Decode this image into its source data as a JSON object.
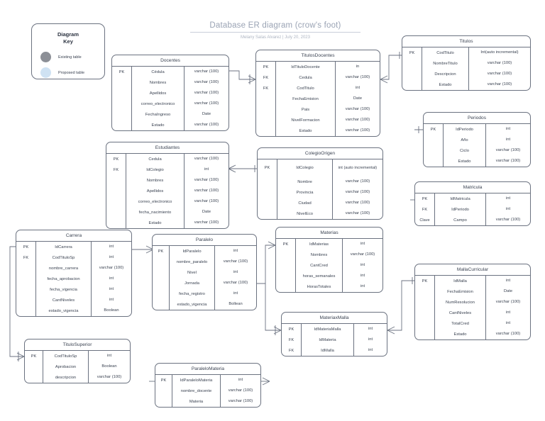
{
  "header": {
    "title": "Database ER diagram (crow's foot)",
    "subtitle": "Melany Salas Alvarez  |  July 20, 2023"
  },
  "legend": {
    "title_line1": "Diagram",
    "title_line2": "Key",
    "existing_label": "Existing table",
    "proposed_label": "Proposed table",
    "existing_color": "#8c8f96",
    "proposed_color": "#cfe2f3"
  },
  "entities": [
    {
      "name": "Docentes",
      "rows": [
        {
          "key": "PK",
          "attr": "Cédula",
          "type": "varchar (100)"
        },
        {
          "key": "",
          "attr": "Nombres",
          "type": "varchar (100)"
        },
        {
          "key": "",
          "attr": "Apellidos",
          "type": "varchar (100)"
        },
        {
          "key": "",
          "attr": "correo_electronico",
          "type": "varchar (100)"
        },
        {
          "key": "",
          "attr": "FechaIngreso",
          "type": "Date"
        },
        {
          "key": "",
          "attr": "Estado",
          "type": "varchar (100)"
        }
      ]
    },
    {
      "name": "TitulosDocentes",
      "rows": [
        {
          "key": "PK",
          "attr": "IdTituloDocente",
          "type": "in"
        },
        {
          "key": "FK",
          "attr": "Cedula",
          "type": "varchar (100)"
        },
        {
          "key": "FK",
          "attr": "CodTitulo",
          "type": "int"
        },
        {
          "key": "",
          "attr": "FechaEmision",
          "type": "Date"
        },
        {
          "key": "",
          "attr": "Pais",
          "type": "varchar (100)"
        },
        {
          "key": "",
          "attr": "NivelFormacion",
          "type": "varchar (100)"
        },
        {
          "key": "",
          "attr": "Estado",
          "type": "varchar (100)"
        }
      ]
    },
    {
      "name": "Titulos",
      "rows": [
        {
          "key": "PK",
          "attr": "CodTitulo",
          "type": "Int(auto incremental)"
        },
        {
          "key": "",
          "attr": "NombreTitulo",
          "type": "varchar (100)"
        },
        {
          "key": "",
          "attr": "Descripcion",
          "type": "varchar (100)"
        },
        {
          "key": "",
          "attr": "Estado",
          "type": "varchar (100)"
        }
      ]
    },
    {
      "name": "Periodos",
      "rows": [
        {
          "key": "PK",
          "attr": "IdPeriodo",
          "type": "int"
        },
        {
          "key": "",
          "attr": "Año",
          "type": "int"
        },
        {
          "key": "",
          "attr": "Ciclo",
          "type": "varchar (100)"
        },
        {
          "key": "",
          "attr": "Estado",
          "type": "varchar (100)"
        }
      ]
    },
    {
      "name": "Matricula",
      "rows": [
        {
          "key": "PK",
          "attr": "IdMatricula",
          "type": "int"
        },
        {
          "key": "FK",
          "attr": "IdPeriodo",
          "type": "int"
        },
        {
          "key": "Clave",
          "attr": "Campo",
          "type": "varchar (100)"
        }
      ]
    },
    {
      "name": "Estudiantes",
      "rows": [
        {
          "key": "PK",
          "attr": "Cedula",
          "type": "varchar (100)"
        },
        {
          "key": "FK",
          "attr": "IdColegio",
          "type": "int"
        },
        {
          "key": "",
          "attr": "Nombres",
          "type": "varchar (100)"
        },
        {
          "key": "",
          "attr": "Apellidos",
          "type": "varchar (100)"
        },
        {
          "key": "",
          "attr": "correo_electronico",
          "type": "varchar (100)"
        },
        {
          "key": "",
          "attr": "fecha_nacimiento",
          "type": "Date"
        },
        {
          "key": "",
          "attr": "Estado",
          "type": "varchar (100)"
        }
      ]
    },
    {
      "name": "ColegioOrigen",
      "rows": [
        {
          "key": "PK",
          "attr": "IdColegio",
          "type": "int (auto incremental)"
        },
        {
          "key": "",
          "attr": "Nombre",
          "type": "varchar (100)"
        },
        {
          "key": "",
          "attr": "Provincia",
          "type": "varchar (100)"
        },
        {
          "key": "",
          "attr": "Ciudad",
          "type": "varchar (100)"
        },
        {
          "key": "",
          "attr": "NivelEco",
          "type": "varchar (100)"
        }
      ]
    },
    {
      "name": "Carrera",
      "rows": [
        {
          "key": "PK",
          "attr": "IdCarrera",
          "type": "int"
        },
        {
          "key": "FK",
          "attr": "CodTituloSp",
          "type": "int"
        },
        {
          "key": "",
          "attr": "nombre_carrera",
          "type": "varchar (100)"
        },
        {
          "key": "",
          "attr": "fecha_aprobacion",
          "type": "int"
        },
        {
          "key": "",
          "attr": "fecha_vigencia",
          "type": "int"
        },
        {
          "key": "",
          "attr": "CantNiveles",
          "type": "int"
        },
        {
          "key": "",
          "attr": "estado_vigencia",
          "type": "Boolean"
        }
      ]
    },
    {
      "name": "Paralelo",
      "rows": [
        {
          "key": "PK",
          "attr": "IdParalelo",
          "type": "int"
        },
        {
          "key": "",
          "attr": "nombre_paralelo",
          "type": "varchar (100)"
        },
        {
          "key": "",
          "attr": "Nivel",
          "type": "int"
        },
        {
          "key": "",
          "attr": "Jornada",
          "type": "varchar (100)"
        },
        {
          "key": "",
          "attr": "fecha_registro",
          "type": "int"
        },
        {
          "key": "",
          "attr": "estado_vigencia",
          "type": "Bollean"
        }
      ]
    },
    {
      "name": "Materias",
      "rows": [
        {
          "key": "PK",
          "attr": "IdMaterias",
          "type": "int"
        },
        {
          "key": "",
          "attr": "Nombres",
          "type": "varchar (100)"
        },
        {
          "key": "",
          "attr": "CantCred",
          "type": "int"
        },
        {
          "key": "",
          "attr": "horas_semanales",
          "type": "int"
        },
        {
          "key": "",
          "attr": "HorasTotales",
          "type": "int"
        }
      ]
    },
    {
      "name": "MallaCurricular",
      "rows": [
        {
          "key": "PK",
          "attr": "IdMalla",
          "type": "int"
        },
        {
          "key": "",
          "attr": "FechaEmision",
          "type": "Date"
        },
        {
          "key": "",
          "attr": "NumResolucion",
          "type": "varchar (100)"
        },
        {
          "key": "",
          "attr": "CantNiveles",
          "type": "int"
        },
        {
          "key": "",
          "attr": "TotalCred",
          "type": "int"
        },
        {
          "key": "",
          "attr": "Estado",
          "type": "varchar (100)"
        }
      ]
    },
    {
      "name": "MateriaxMalla",
      "rows": [
        {
          "key": "PK",
          "attr": "IdMateriaMalla",
          "type": "int"
        },
        {
          "key": "FK",
          "attr": "IdMateria",
          "type": "int"
        },
        {
          "key": "FK",
          "attr": "IdMalla",
          "type": "int"
        }
      ]
    },
    {
      "name": "TituloSuperior",
      "rows": [
        {
          "key": "PK",
          "attr": "CodTituloSp",
          "type": "int"
        },
        {
          "key": "",
          "attr": "Aprobacion",
          "type": "Boolean"
        },
        {
          "key": "",
          "attr": "descripcion",
          "type": "varchar (100)"
        }
      ]
    },
    {
      "name": "ParaleloMateria",
      "rows": [
        {
          "key": "PK",
          "attr": "IdParaleloMateria",
          "type": "int"
        },
        {
          "key": "",
          "attr": "nombre_docente",
          "type": "varchar (100)"
        },
        {
          "key": "",
          "attr": "Materia",
          "type": "varchar (100)"
        }
      ]
    }
  ]
}
